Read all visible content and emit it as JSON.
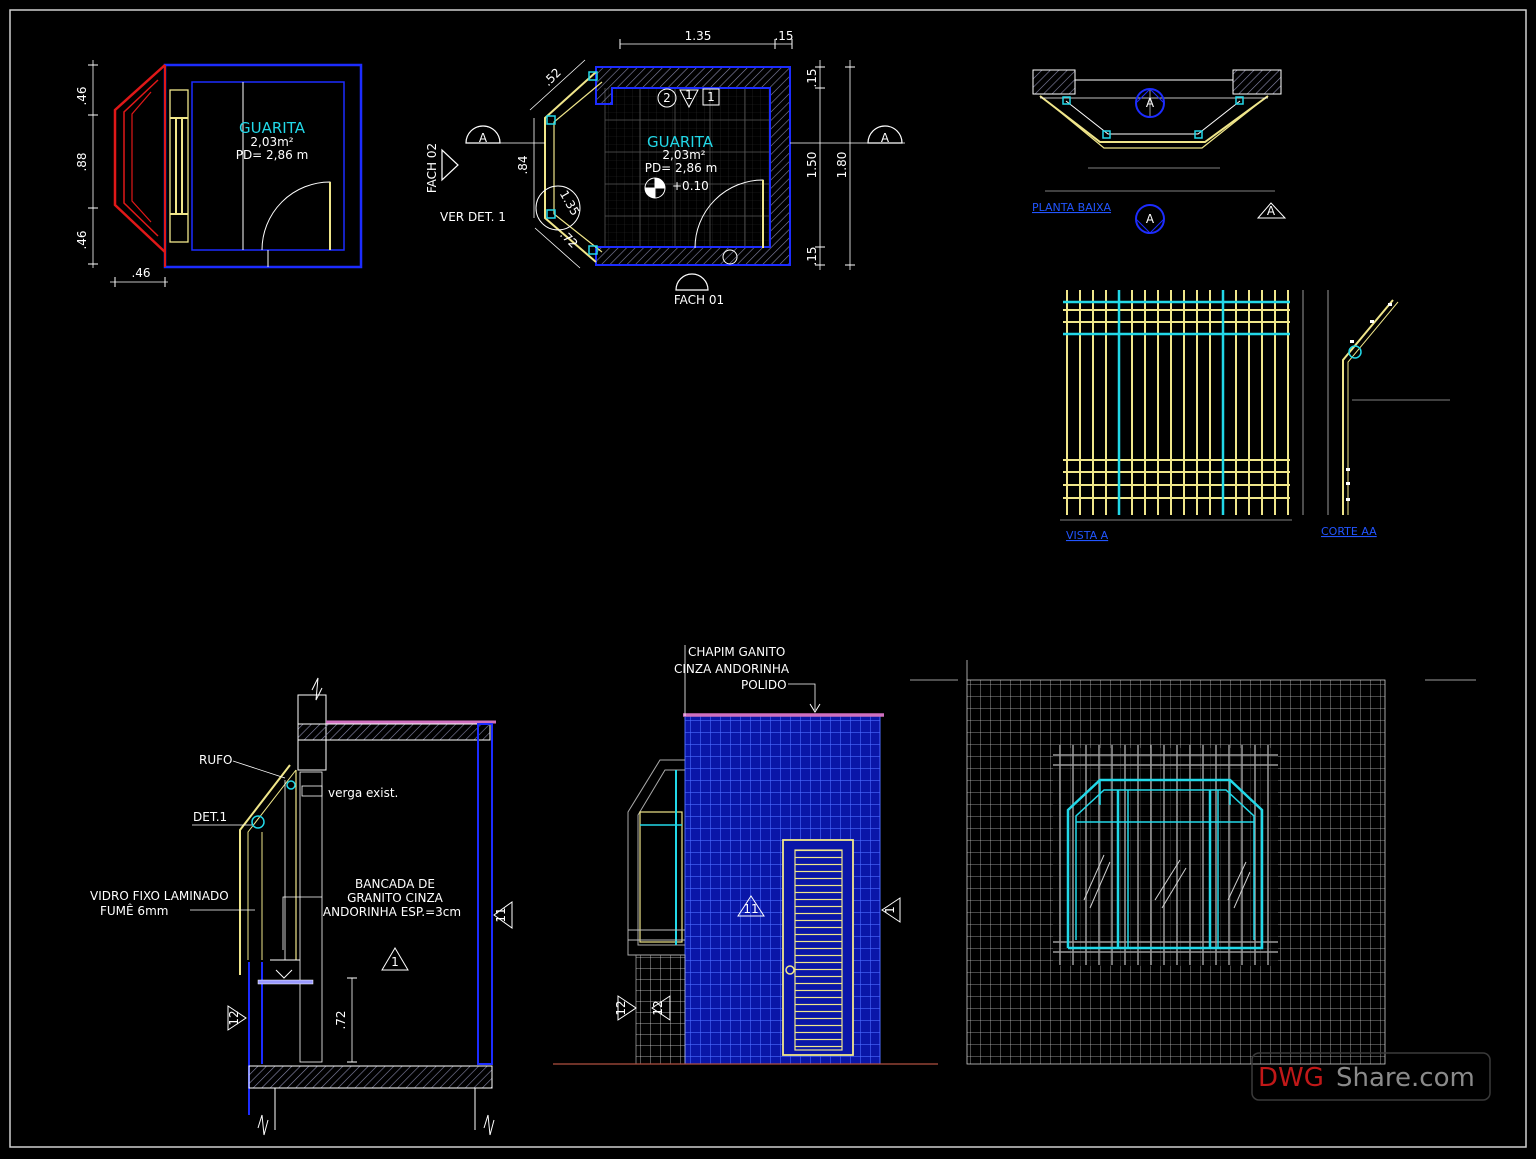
{
  "colors": {
    "background": "#000000",
    "border": "#cfcfcf",
    "wall_blue": "#1c2cff",
    "wall_red": "#e01818",
    "glass_yellow": "#f0e68a",
    "tile_blue": "#1a3cff",
    "cyan": "#22d8e8",
    "magenta": "#d070c0",
    "grey": "#9a9a9a"
  },
  "plan_small": {
    "title": "GUARITA",
    "area": "2,03m²",
    "pd": "PD= 2,86 m",
    "dims": {
      "top": ".46",
      "middle": ".88",
      "bottom": ".46",
      "width": ".46"
    }
  },
  "plan_main": {
    "title": "GUARITA",
    "area": "2,03m²",
    "pd": "PD= 2,86 m",
    "level": "+0.10",
    "dims": {
      "top": "1.35",
      "top_right": ".15",
      "diag": ".52",
      "left": ".84",
      "circle_dim": "1.35",
      "diag_low": ".72",
      "r1": ".15",
      "r2": "1.50",
      "r3": "1.80",
      "r4": ".15"
    },
    "fach02": "FACH 02",
    "fach01": "FACH 01",
    "ver_det": "VER DET. 1",
    "section_mark": "A",
    "tags": [
      "2",
      "1",
      "1"
    ]
  },
  "planta_baixa": {
    "label": "PLANTA BAIXA",
    "marker": "A"
  },
  "vista_a": {
    "label": "VISTA A"
  },
  "corte_aa": {
    "label": "CORTE AA"
  },
  "section_bottom": {
    "rufo": "RUFO",
    "verga": "verga exist.",
    "det1": "DET.1",
    "vidro_1": "VIDRO FIXO LAMINADO",
    "vidro_2": "FUMÊ 6mm",
    "bancada_1": "BANCADA DE",
    "bancada_2": "GRANITO CINZA",
    "bancada_3": "ANDORINHA ESP.=3cm",
    "height_dim": ".72",
    "tag_center": "1",
    "tag_left": "12",
    "tag_right": "11"
  },
  "elevation": {
    "chapim_1": "CHAPIM GANITO",
    "chapim_2": "CINZA ANDORINHA",
    "chapim_3": "POLIDO",
    "tag_center": "11",
    "tag_right": "1",
    "tag_left_a": "12",
    "tag_left_b": "12"
  },
  "watermark": {
    "part1": "DWG",
    "part2": "Share.com"
  }
}
